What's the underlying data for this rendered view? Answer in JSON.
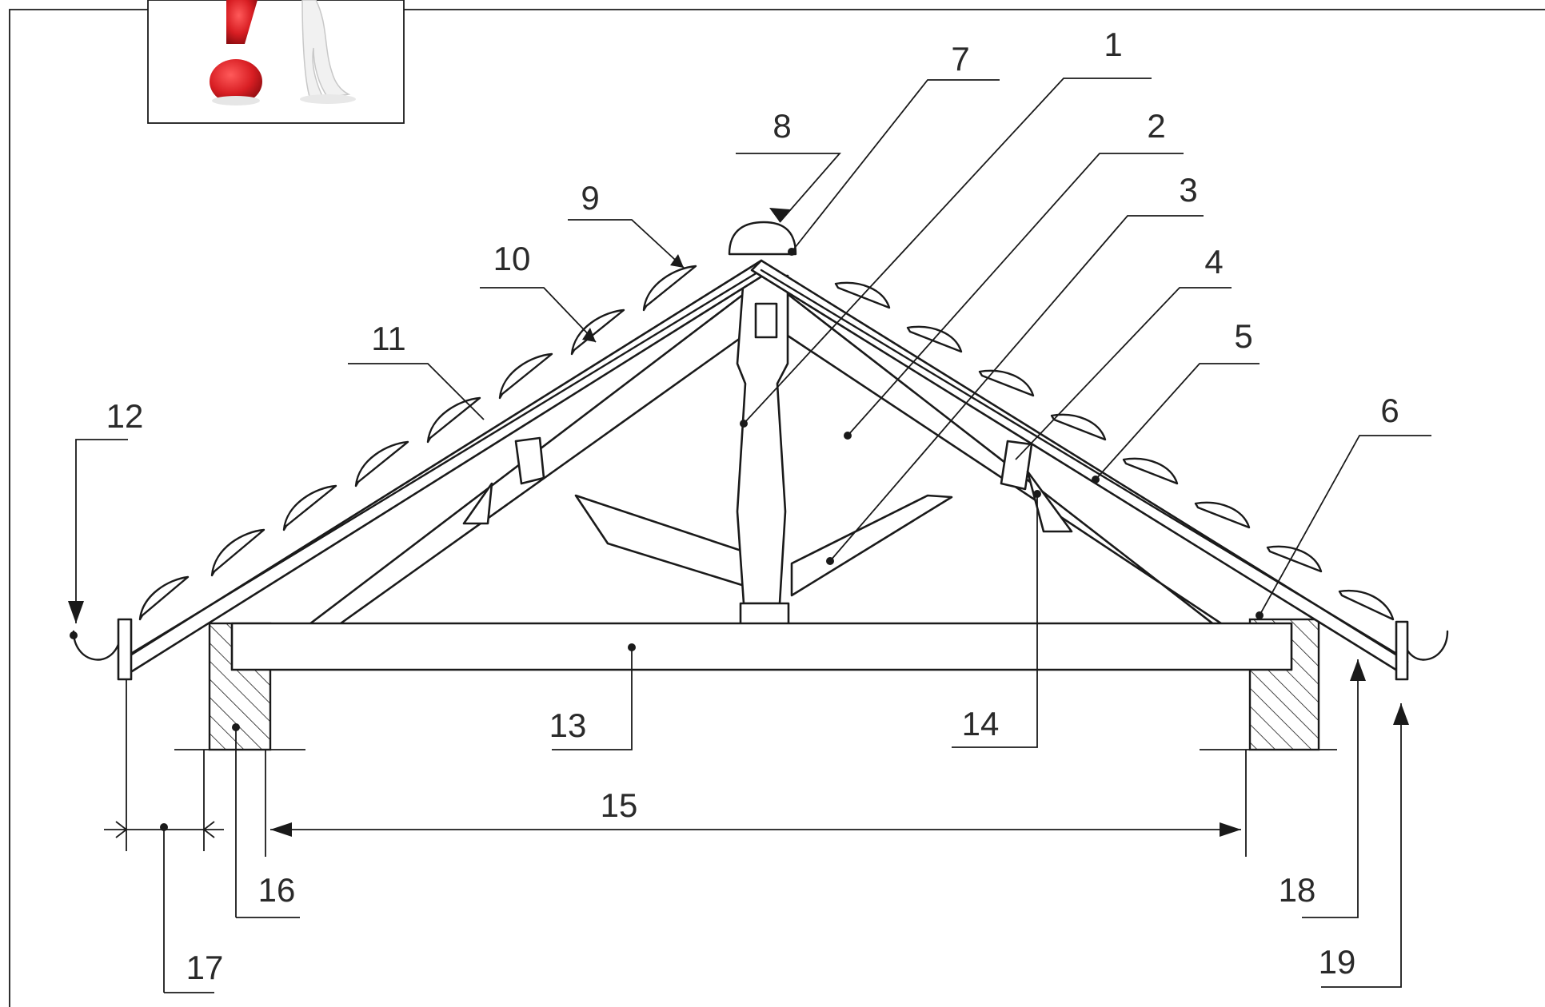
{
  "labels": [
    "1",
    "2",
    "3",
    "4",
    "5",
    "6",
    "7",
    "8",
    "9",
    "10",
    "11",
    "12",
    "13",
    "14",
    "15",
    "16",
    "17",
    "18",
    "19"
  ],
  "icon": "question-mark-figure-icon",
  "colors": {
    "line": "#1a1a1a",
    "icon_red": "#d81e23",
    "background": "#ffffff"
  }
}
